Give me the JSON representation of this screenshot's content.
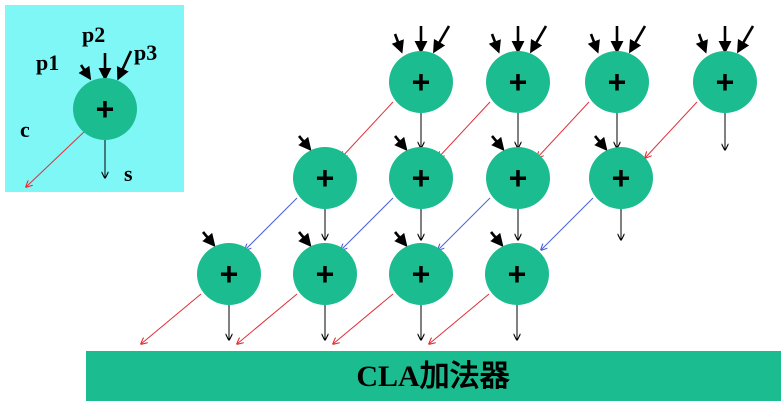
{
  "legend": {
    "inputs": [
      "p1",
      "p2",
      "p3"
    ],
    "carry_label": "c",
    "sum_label": "s"
  },
  "node_symbol": "+",
  "grid": {
    "rows": 3,
    "row_lengths": [
      4,
      4,
      4
    ]
  },
  "adder_bar": {
    "label": "CLA加法器"
  },
  "colors": {
    "legend_bg": "#7ff7f7",
    "node_fill": "#1bbc8f",
    "bar_fill": "#1bbc8f",
    "carry_arrow": "#e0303a",
    "carry_arrow_blue": "#4a5fd8",
    "line": "#000000"
  }
}
